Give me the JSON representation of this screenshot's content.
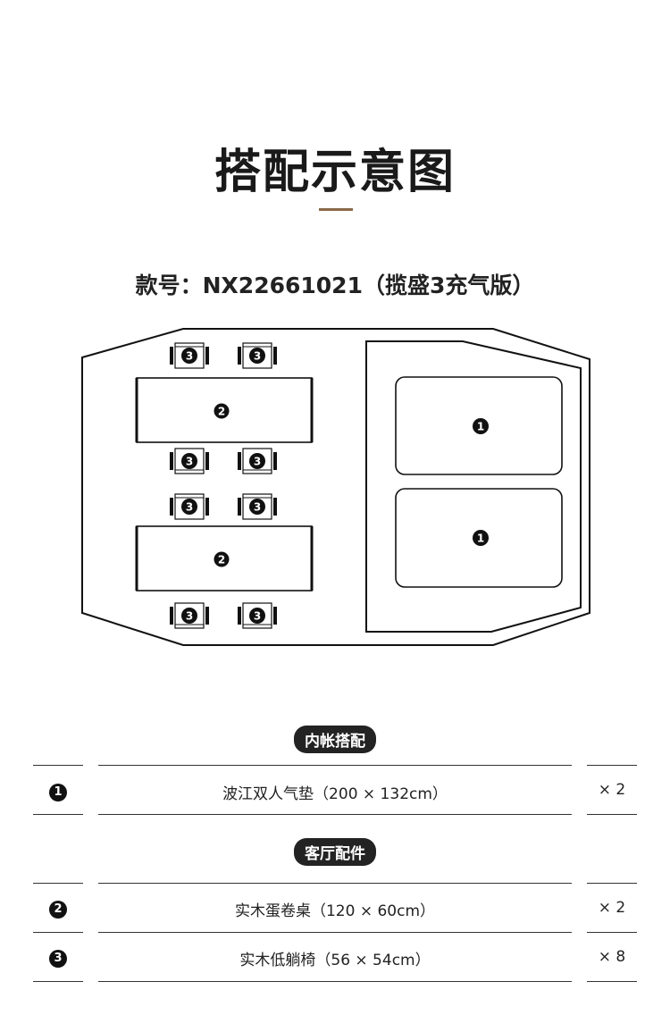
{
  "header": {
    "title": "搭配示意图",
    "model": "款号：NX22661021（揽盛3充气版）"
  },
  "diagram": {
    "mattress_marker": "1",
    "table_marker": "2",
    "chair_marker": "3"
  },
  "sections": [
    {
      "label": "内帐搭配"
    },
    {
      "label": "客厅配件"
    }
  ],
  "items": [
    {
      "number": "1",
      "description": "波江双人气垫（200 × 132cm）",
      "quantity": "× 2"
    },
    {
      "number": "2",
      "description": "实木蛋卷桌（120 × 60cm）",
      "quantity": "× 2"
    },
    {
      "number": "3",
      "description": "实木低躺椅（56 × 54cm）",
      "quantity": "× 8"
    }
  ]
}
